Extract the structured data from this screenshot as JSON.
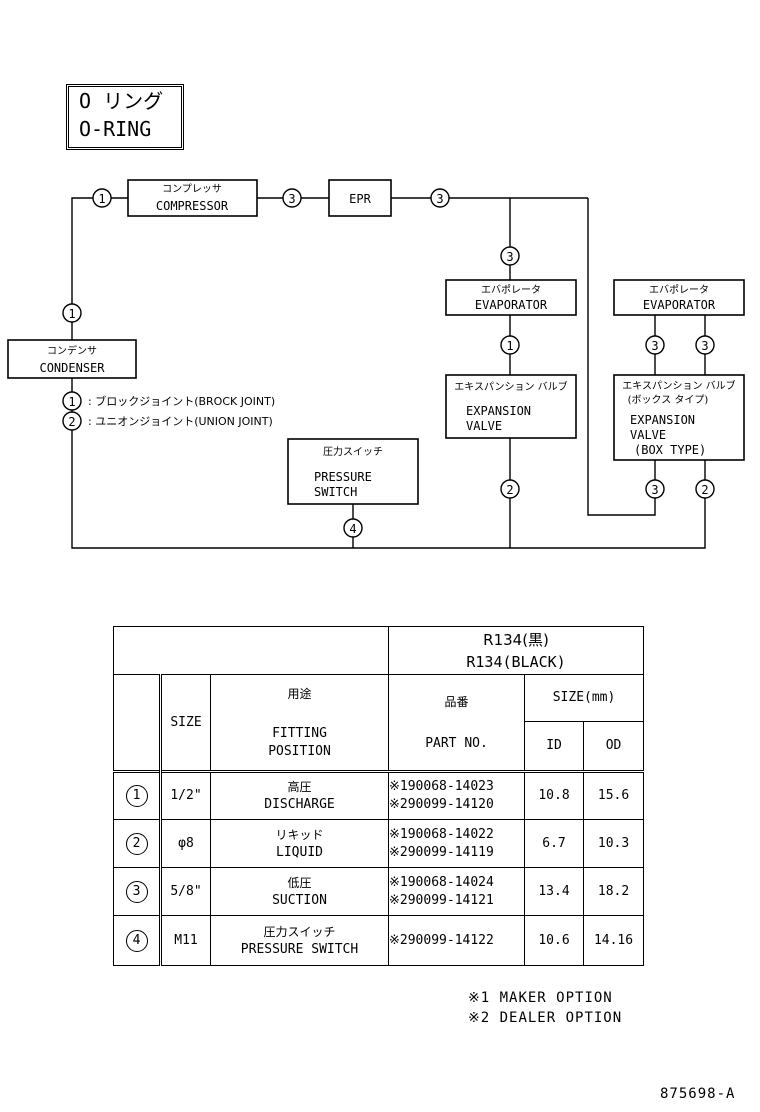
{
  "title": {
    "jp": "O リング",
    "en": "O-RING"
  },
  "components": {
    "compressor": {
      "jp": "コンプレッサ",
      "en": "COMPRESSOR"
    },
    "epr": {
      "en": "EPR"
    },
    "condenser": {
      "jp": "コンデンサ",
      "en": "CONDENSER"
    },
    "evaporator1": {
      "jp": "エバポレータ",
      "en": "EVAPORATOR"
    },
    "evaporator2": {
      "jp": "エバポレータ",
      "en": "EVAPORATOR"
    },
    "expansion_valve": {
      "jp": "エキスパンション バルブ",
      "en1": "EXPANSION",
      "en2": "VALVE"
    },
    "expansion_valve_box": {
      "jp1": "エキスパンション バルブ",
      "jp2": "(ボックス タイプ)",
      "en1": "EXPANSION",
      "en2": "VALVE",
      "en3": "(BOX TYPE)"
    },
    "pressure_switch": {
      "jp": "圧力スイッチ",
      "en1": "PRESSURE",
      "en2": "SWITCH"
    }
  },
  "markers": {
    "m1": "1",
    "m2": "2",
    "m3": "3",
    "m4": "4"
  },
  "legend": [
    {
      "num": "1",
      "text": ": ブロックジョイント(BROCK JOINT)"
    },
    {
      "num": "2",
      "text": ": ユニオンジョイント(UNION JOINT)"
    }
  ],
  "table": {
    "refrigerant_jp": "R134(黒)",
    "refrigerant_en": "R134(BLACK)",
    "size_header": "SIZE",
    "fitting_jp": "用途",
    "fitting_en1": "FITTING",
    "fitting_en2": "POSITION",
    "part_jp": "品番",
    "part_en": "PART NO.",
    "size_mm": "SIZE(mm)",
    "id": "ID",
    "od": "OD",
    "rows": [
      {
        "num": "1",
        "size": "1/2\"",
        "jp": "高圧",
        "en": "DISCHARGE",
        "p1": "※190068-14023",
        "p2": "※290099-14120",
        "id": "10.8",
        "od": "15.6"
      },
      {
        "num": "2",
        "size": "φ8",
        "jp": "リキッド",
        "en": "LIQUID",
        "p1": "※190068-14022",
        "p2": "※290099-14119",
        "id": "6.7",
        "od": "10.3"
      },
      {
        "num": "3",
        "size": "5/8\"",
        "jp": "低圧",
        "en": "SUCTION",
        "p1": "※190068-14024",
        "p2": "※290099-14121",
        "id": "13.4",
        "od": "18.2"
      },
      {
        "num": "4",
        "size": "M11",
        "jp": "圧力スイッチ",
        "en": "PRESSURE SWITCH",
        "p1": "",
        "p2": "※290099-14122",
        "id": "10.6",
        "od": "14.16"
      }
    ]
  },
  "notes": {
    "n1": "※1 MAKER OPTION",
    "n2": "※2 DEALER OPTION"
  },
  "reference": "875698-A"
}
